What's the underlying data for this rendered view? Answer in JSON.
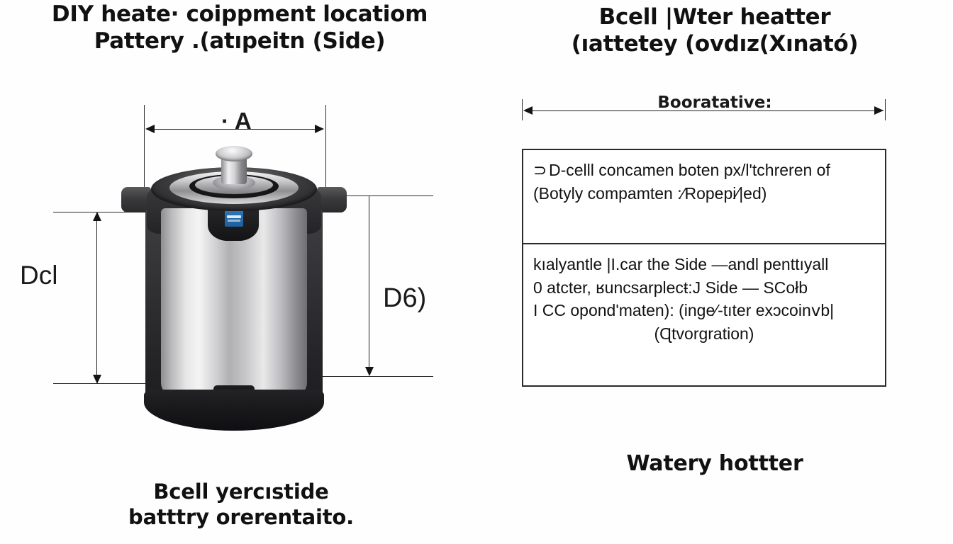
{
  "meta": {
    "background_color": "#ffffff",
    "ink_color": "#111111",
    "accent_blue": "#2f7fc4"
  },
  "left_panel": {
    "title_line_1": "DIY heate· coippment locatiom",
    "title_line_2": "Pattery .(atıpeitn (Side)",
    "caption_line_1": "Bcell yercıstide",
    "caption_line_2": "batttry orerentaito.",
    "dimensions": {
      "top_label": "· A",
      "left_label": "Dcl",
      "right_label": "D6)"
    },
    "illustration": {
      "name": "stainless-steel-water-heater-vessel",
      "parts": {
        "knob": "chrome-lid-knob",
        "lid": "dark-rim-lid",
        "body": "brushed-steel-cylinder",
        "badge": "blue-control-label",
        "base": "dark-base-ring",
        "handle_left": "side-handle-tab-left",
        "handle_right": "side-handle-tab-right"
      }
    }
  },
  "right_panel": {
    "title_line_1": "Bcell |Wter heatter",
    "title_line_2": "(ıattetey (ovdız(Xınató)",
    "dimension_label": "Booratative:",
    "note_box": {
      "top_cell": {
        "bullet": "⊃",
        "line_1": "D-celll concamen boten px/l'tchreren of",
        "line_2": "(Botyly compamten :⁄Ropepi⁄|ed)"
      },
      "bottom_cell": {
        "line_1": "kıalyantle |I.car the Side —andl penttıyall",
        "line_2": "0 atcter, ʁuncsarplecŧ:J Side — SCołb",
        "line_3": "I CC opond'maten): (inge⁄-tıter exɔcoinⅴb|",
        "line_4": "(Ɋtvorgration)"
      }
    },
    "caption": "Watery hottter"
  }
}
